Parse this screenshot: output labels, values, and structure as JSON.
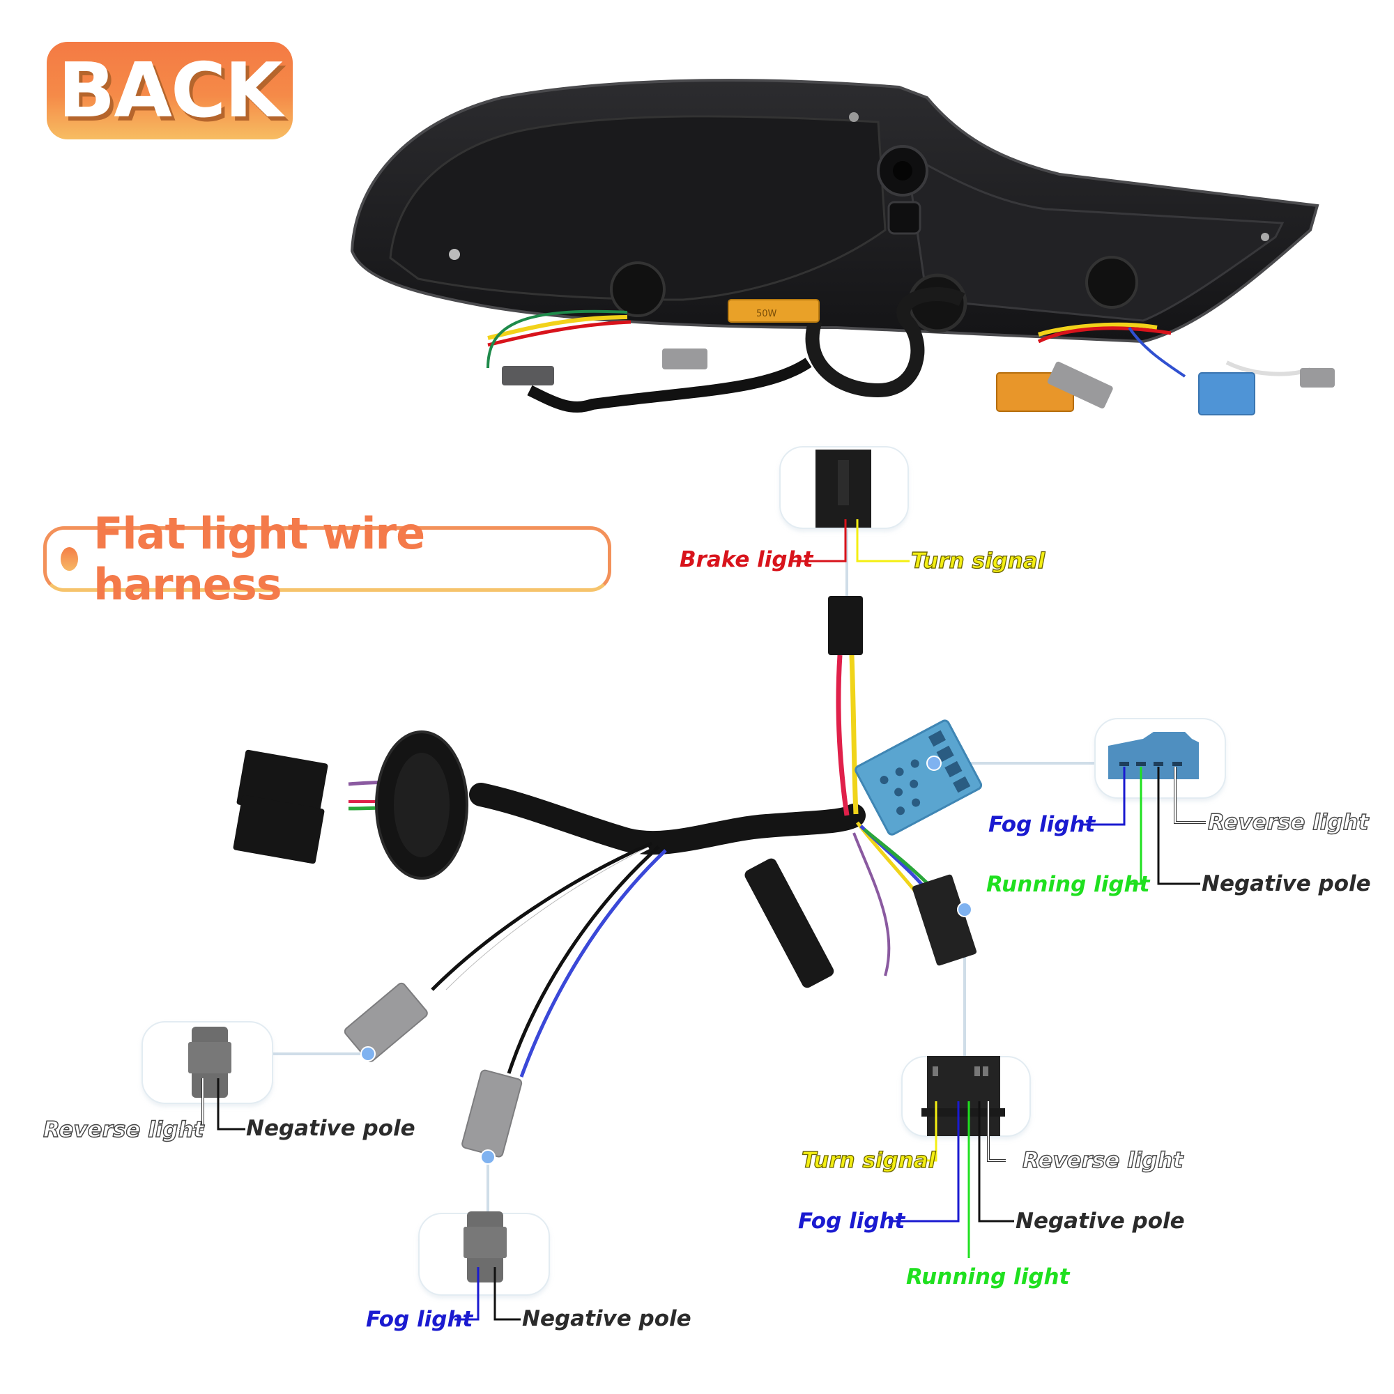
{
  "header": {
    "badge_label": "BACK",
    "badge_colors": [
      "#f47a44",
      "#f7bd62"
    ]
  },
  "product_photo": {
    "subject": "tail light rear housing with wiring",
    "resistor_label": "50W"
  },
  "section": {
    "title": "Flat light wire harness",
    "accent_color": "#f47a4a"
  },
  "callouts": {
    "top_connector": {
      "labels": [
        {
          "text": "Brake light",
          "wire_color": "#d8131b"
        },
        {
          "text": "Turn signal",
          "wire_color": "#f4ef12"
        }
      ]
    },
    "blue_connector": {
      "labels": [
        {
          "text": "Fog light",
          "wire_color": "#1a1ad0"
        },
        {
          "text": "Running light",
          "wire_color": "#1fe01f"
        },
        {
          "text": "Negative pole",
          "wire_color": "#1a1a1a"
        },
        {
          "text": "Reverse light",
          "wire_color": "#ffffff"
        }
      ]
    },
    "black_6pin_connector": {
      "labels": [
        {
          "text": "Turn signal",
          "wire_color": "#f4ef12"
        },
        {
          "text": "Fog light",
          "wire_color": "#1a1ad0"
        },
        {
          "text": "Running light",
          "wire_color": "#1fe01f"
        },
        {
          "text": "Negative pole",
          "wire_color": "#1a1a1a"
        },
        {
          "text": "Reverse light",
          "wire_color": "#ffffff"
        }
      ]
    },
    "gray_connector_left": {
      "labels": [
        {
          "text": "Reverse light",
          "wire_color": "#ffffff"
        },
        {
          "text": "Negative pole",
          "wire_color": "#1a1a1a"
        }
      ]
    },
    "gray_connector_bottom": {
      "labels": [
        {
          "text": "Fog light",
          "wire_color": "#1a1ad0"
        },
        {
          "text": "Negative pole",
          "wire_color": "#1a1a1a"
        }
      ]
    }
  },
  "colors": {
    "callout_line": "#cfdde8",
    "anchor_dot": "#7fb2f0",
    "connector_blue": "#5aa5d0",
    "connector_gray": "#8d8d8d",
    "housing": "#1c1c1e"
  }
}
